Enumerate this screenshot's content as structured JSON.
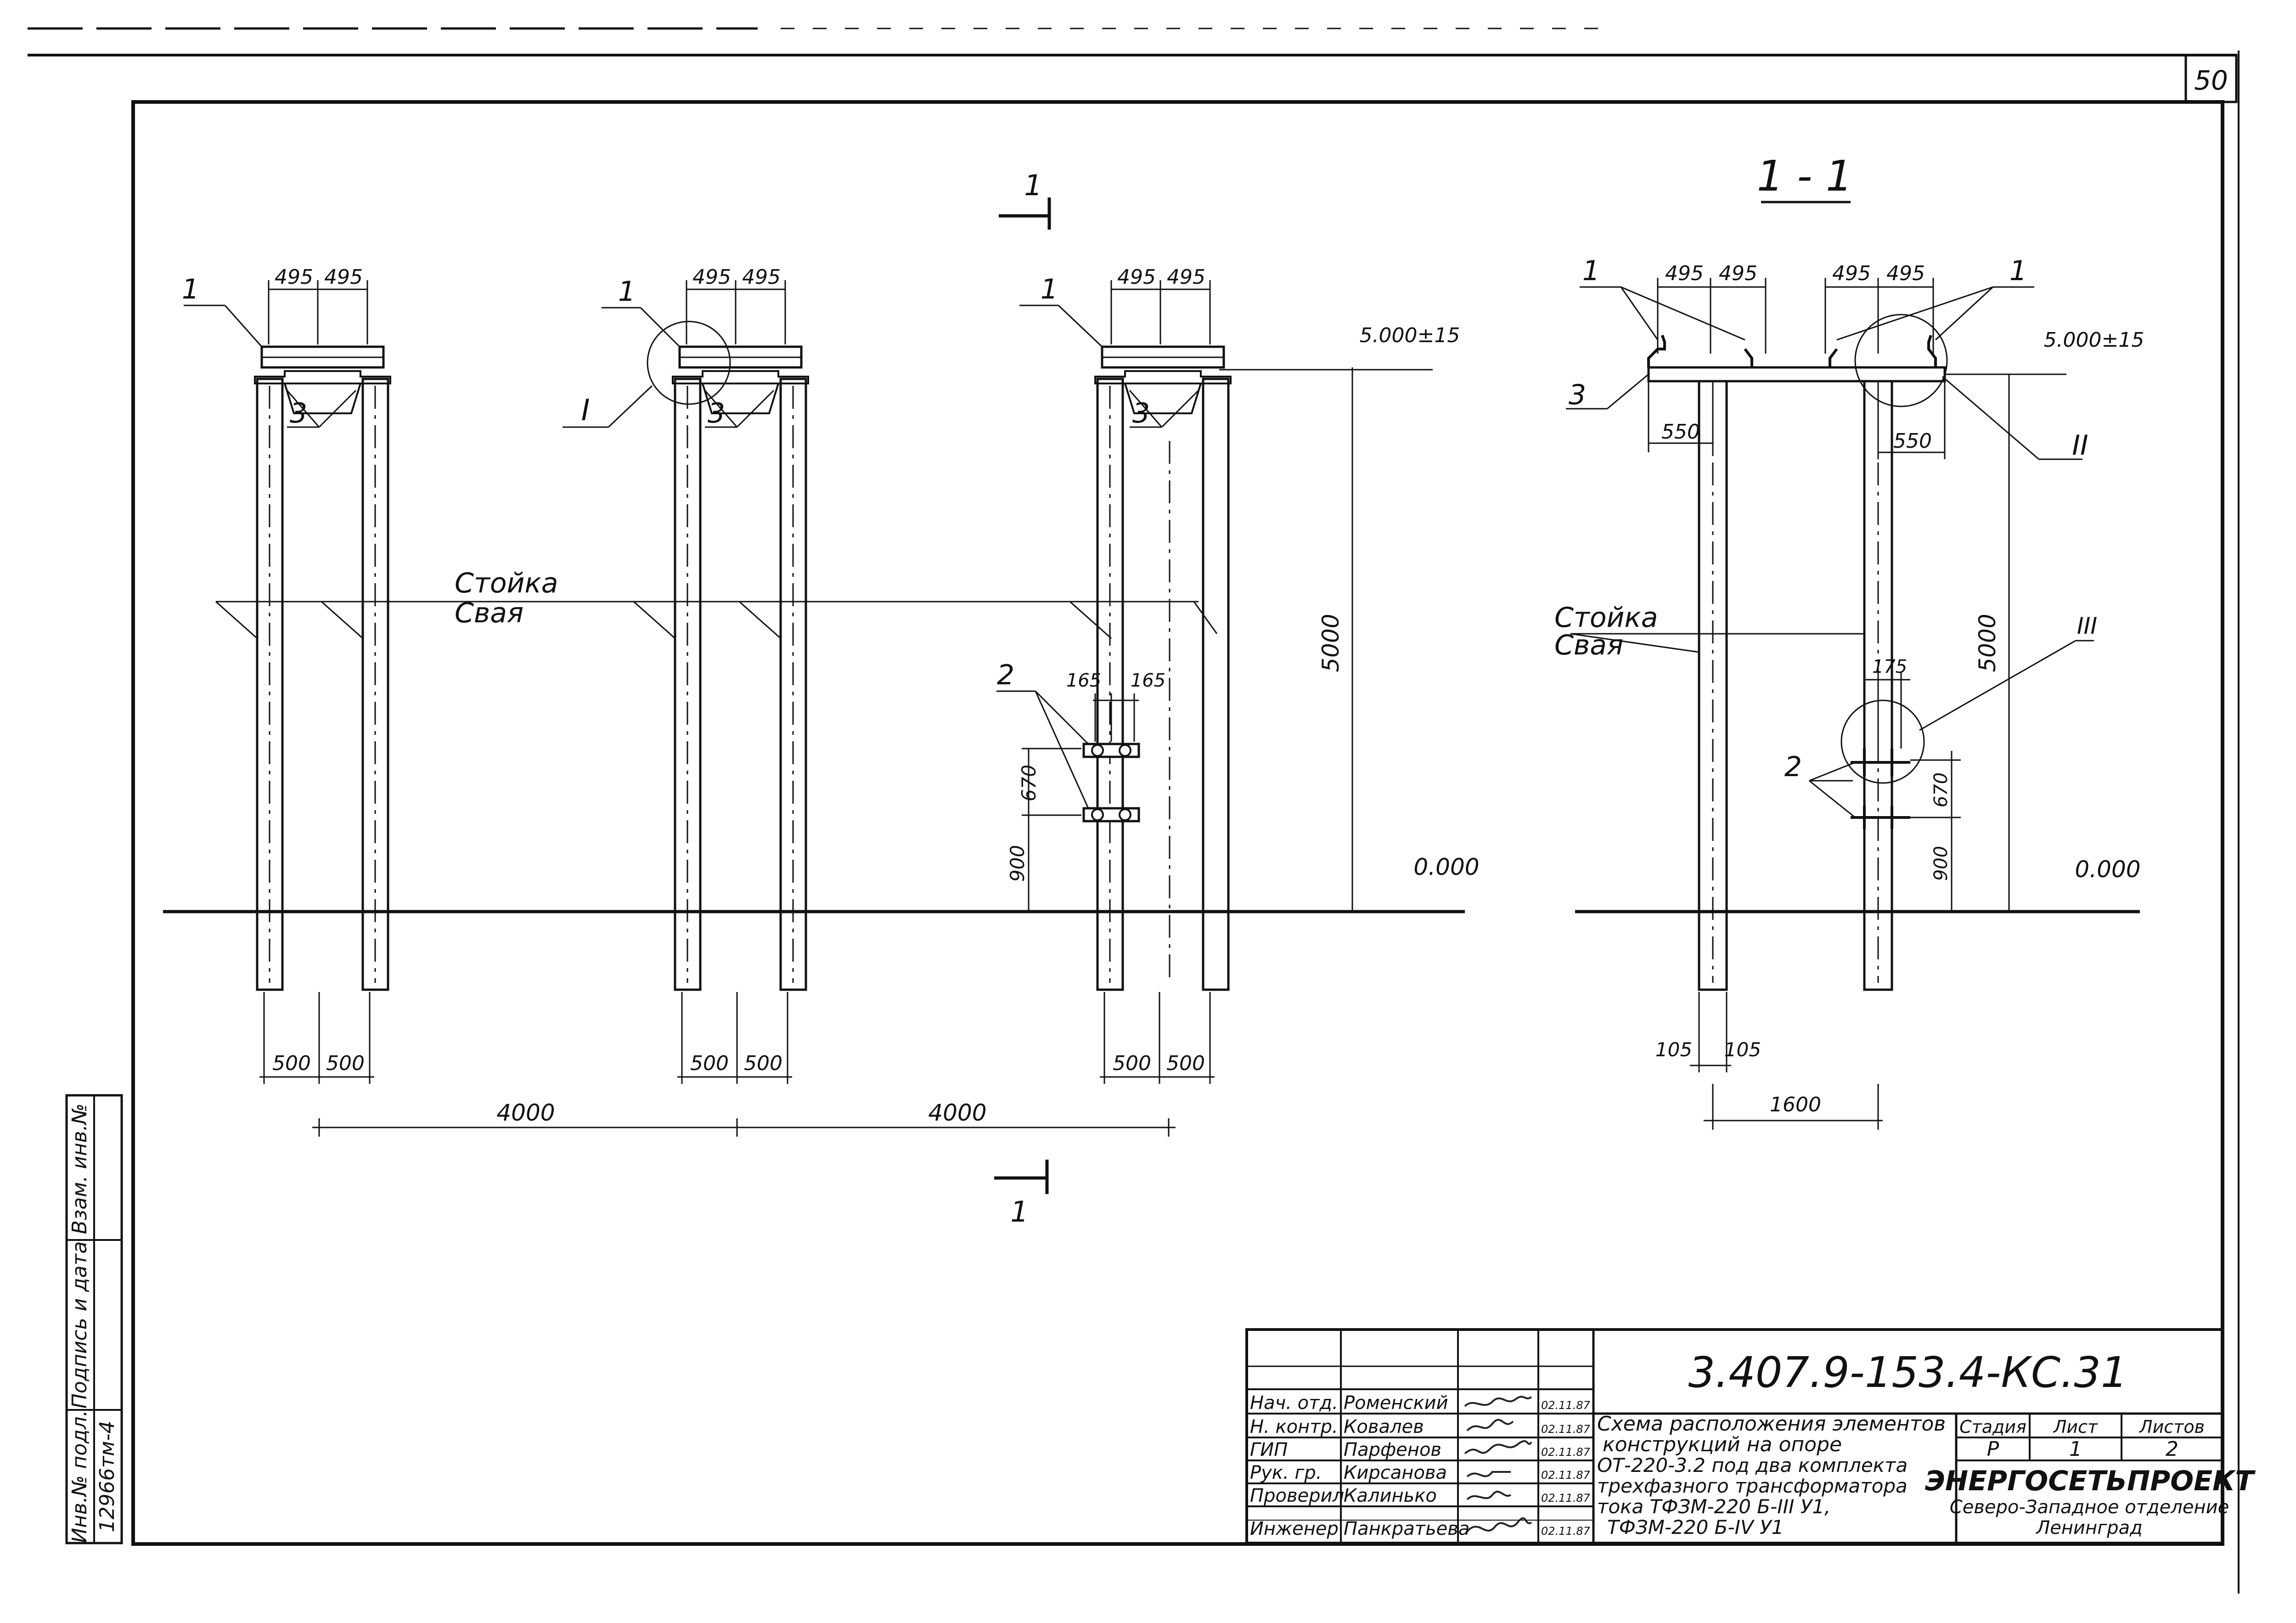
{
  "sheet_number": "50",
  "section_mark": {
    "number": "1"
  },
  "section_title": "1 - 1",
  "front_view": {
    "top_dims": [
      "495",
      "495"
    ],
    "bottom_dims": [
      "500",
      "500"
    ],
    "spacing": [
      "4000",
      "4000"
    ],
    "callouts": {
      "crossbar": "1",
      "bracket": "3",
      "clamp": "2",
      "detail": "I"
    },
    "clamp_dims": [
      "165",
      "165"
    ],
    "clamp_vertical": [
      "670",
      "900"
    ],
    "height_dim": "5000",
    "elev_top": "5.000±15",
    "elev_ground": "0.000",
    "label_post": "Стойка",
    "label_pile": "Свая"
  },
  "section_view": {
    "top_dims": [
      "495",
      "495",
      "495",
      "495"
    ],
    "overhang": [
      "550",
      "550"
    ],
    "callouts": {
      "crossbar": "1",
      "bracket": "3",
      "clamp": "2",
      "detail_top": "II",
      "detail_mid": "III"
    },
    "clamp_dim": "175",
    "clamp_vertical": [
      "670",
      "900"
    ],
    "height_dim": "5000",
    "elev_top": "5.000±15",
    "elev_ground": "0.000",
    "bottom_dims": [
      "105",
      "105"
    ],
    "spacing": "1600",
    "label_post": "Стойка",
    "label_pile": "Свая"
  },
  "side_stamp": {
    "labels": [
      "Инв.№ подл.",
      "Подпись и дата",
      "Взам. инв.№"
    ],
    "inventory_no": "12966тм-4"
  },
  "title_block": {
    "code": "3.407.9-153.4-КС.31",
    "title_lines": [
      "Схема расположения элементов",
      "конструкций на опоре",
      "ОТ-220-3.2  под два комплекта",
      "трехфазного трансформатора",
      "тока ТФЗМ-220 Б-III У1,",
      "ТФЗМ-220 Б-IV У1"
    ],
    "signatures": [
      {
        "role": "Нач. отд.",
        "name": "Роменский",
        "date": "02.11.87"
      },
      {
        "role": "Н. контр.",
        "name": "Ковалев",
        "date": "02.11.87"
      },
      {
        "role": "ГИП",
        "name": "Парфенов",
        "date": "02.11.87"
      },
      {
        "role": "Рук. гр.",
        "name": "Кирсанова",
        "date": "02.11.87"
      },
      {
        "role": "Проверил",
        "name": "Калинько",
        "date": "02.11.87"
      },
      {
        "role": "Инженер",
        "name": "Панкратьева",
        "date": "02.11.87"
      }
    ],
    "stage_header": "Стадия",
    "sheet_header": "Лист",
    "sheets_header": "Листов",
    "stage": "Р",
    "sheet": "1",
    "sheets": "2",
    "org_name": "ЭНЕРГОСЕТЬПРОЕКТ",
    "org_branch": "Северо-Западное отделение",
    "org_city": "Ленинград"
  }
}
